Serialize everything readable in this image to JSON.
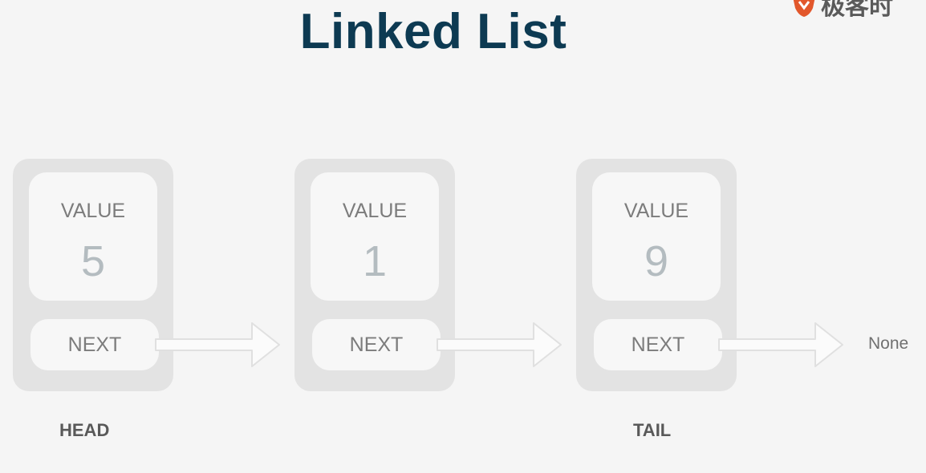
{
  "title": "Linked List",
  "logo": {
    "text": "极客时",
    "accent_color": "#e2572b"
  },
  "nodes": [
    {
      "value_label": "VALUE",
      "value": "5",
      "next_label": "NEXT"
    },
    {
      "value_label": "VALUE",
      "value": "1",
      "next_label": "NEXT"
    },
    {
      "value_label": "VALUE",
      "value": "9",
      "next_label": "NEXT"
    }
  ],
  "terminal_label": "None",
  "head_label": "HEAD",
  "tail_label": "TAIL",
  "colors": {
    "title": "#0d3a52",
    "node_outer": "#e3e3e3",
    "node_inner": "#f7f7f7",
    "value_number": "#b4bcc0",
    "background": "#f5f5f5"
  }
}
